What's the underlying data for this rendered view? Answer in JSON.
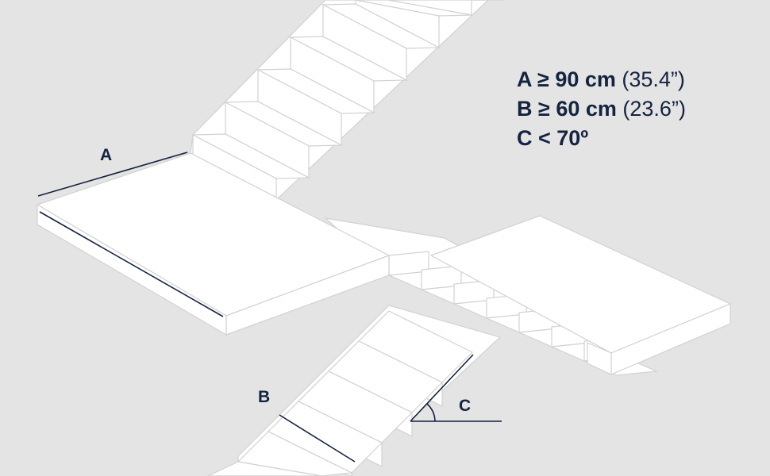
{
  "labels": {
    "a": "A",
    "b": "B",
    "c": "C"
  },
  "specs": [
    {
      "bold": "A ≥ 90 cm",
      "normal": "(35.4”)"
    },
    {
      "bold": "B ≥ 60 cm",
      "normal": "(23.6”)"
    },
    {
      "bold": "C < 70º",
      "normal": ""
    }
  ],
  "colors": {
    "background": "#e4e4e4",
    "surface": "#ffffff",
    "edge": "#d2d2d2",
    "ink": "#14233f"
  }
}
